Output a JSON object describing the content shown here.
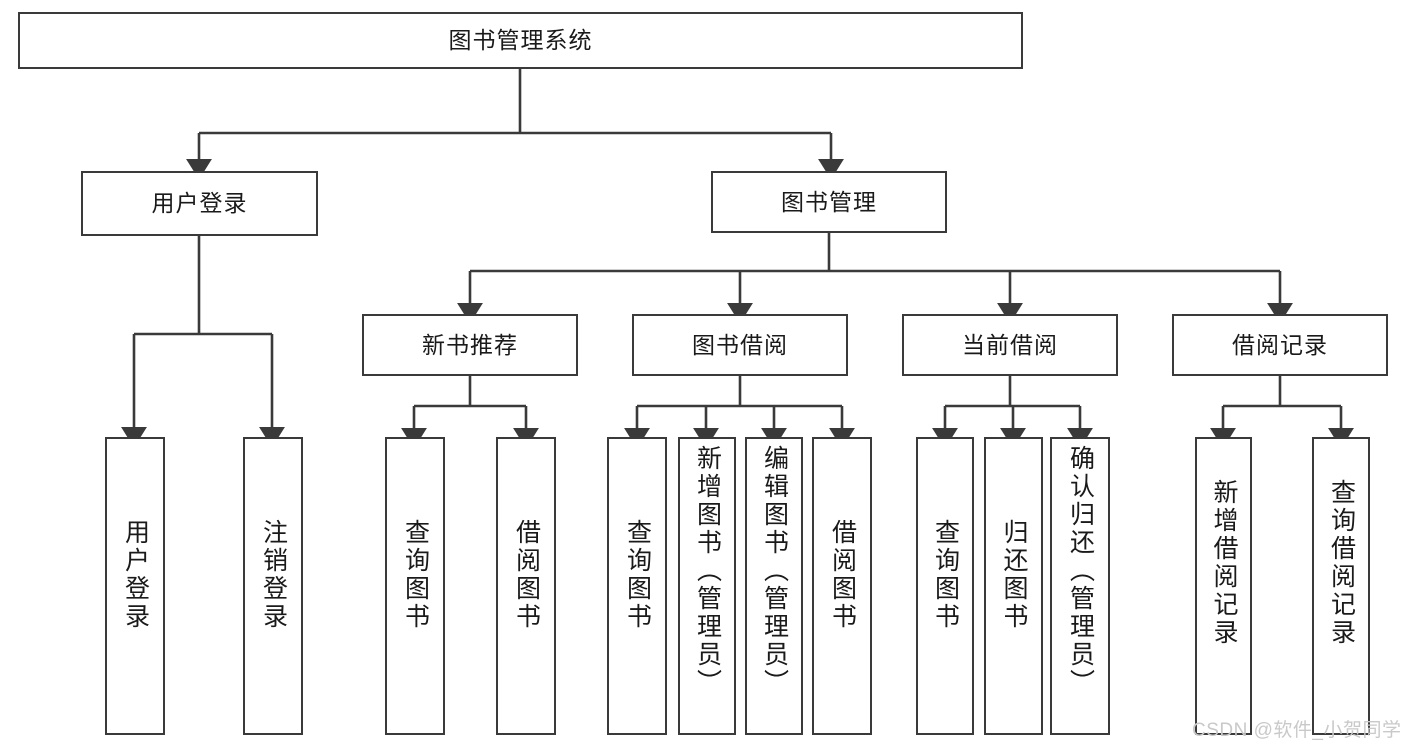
{
  "diagram": {
    "type": "tree-hierarchy-chart",
    "title": "图书管理系统",
    "root": {
      "id": "root",
      "label": "图书管理系统"
    },
    "level1": [
      {
        "id": "user-login",
        "label": "用户登录"
      },
      {
        "id": "book-manage",
        "label": "图书管理"
      }
    ],
    "level2": [
      {
        "id": "new-book-recommend",
        "label": "新书推荐",
        "parent": "book-manage"
      },
      {
        "id": "book-borrow",
        "label": "图书借阅",
        "parent": "book-manage"
      },
      {
        "id": "current-borrow",
        "label": "当前借阅",
        "parent": "book-manage"
      },
      {
        "id": "borrow-record",
        "label": "借阅记录",
        "parent": "book-manage"
      }
    ],
    "leaves": {
      "user_login": [
        {
          "id": "leaf-user-login",
          "label": "用户登录"
        },
        {
          "id": "leaf-logout",
          "label": "注销登录"
        }
      ],
      "new_book_recommend": [
        {
          "id": "leaf-query-book-1",
          "label": "查询图书"
        },
        {
          "id": "leaf-borrow-book-1",
          "label": "借阅图书"
        }
      ],
      "book_borrow": [
        {
          "id": "leaf-query-book-2",
          "label": "查询图书"
        },
        {
          "id": "leaf-add-book-admin",
          "label": "新增图书（管理员）"
        },
        {
          "id": "leaf-edit-book-admin",
          "label": "编辑图书（管理员）"
        },
        {
          "id": "leaf-borrow-book-2",
          "label": "借阅图书"
        }
      ],
      "current_borrow": [
        {
          "id": "leaf-query-book-3",
          "label": "查询图书"
        },
        {
          "id": "leaf-return-book",
          "label": "归还图书"
        },
        {
          "id": "leaf-confirm-return-admin",
          "label": "确认归还（管理员）"
        }
      ],
      "borrow_record": [
        {
          "id": "leaf-add-borrow-record",
          "label": "新增借阅记录"
        },
        {
          "id": "leaf-query-borrow-record",
          "label": "查询借阅记录"
        }
      ]
    },
    "colors": {
      "stroke": "#3a3a3a",
      "text": "#1a1a1a",
      "background": "#ffffff",
      "watermark": "#c9c9c9"
    }
  },
  "watermark": {
    "text": "CSDN @软件_小贺同学"
  }
}
